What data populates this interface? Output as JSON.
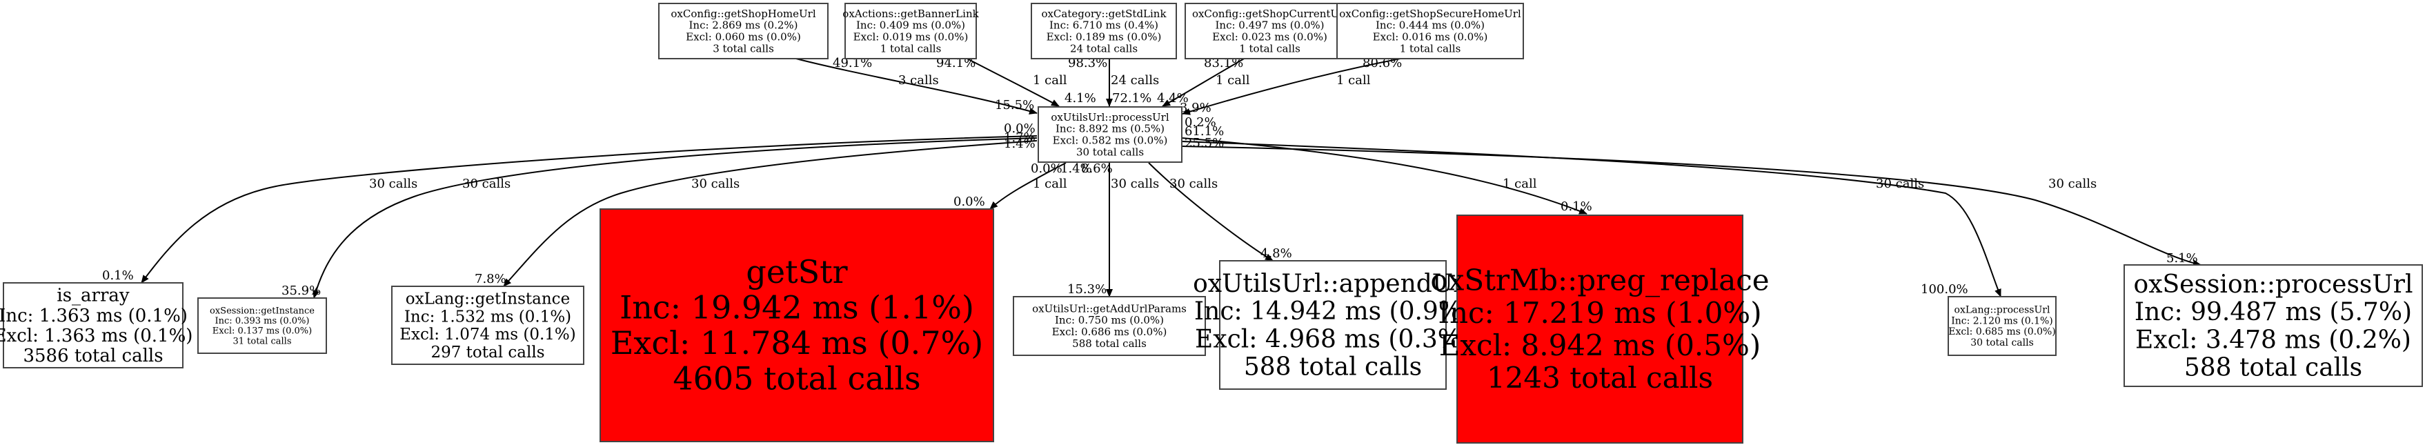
{
  "graph": {
    "colors": {
      "hot": "#ff0000",
      "normal": "#ffffff",
      "edge": "#000000",
      "border": "#444444"
    },
    "nodes": [
      {
        "id": "getShopHomeUrl",
        "lines": [
          "oxConfig::getShopHomeUrl",
          "Inc: 2.869 ms (0.2%)",
          "Excl: 0.060 ms (0.0%)",
          "3 total calls"
        ],
        "hot": false
      },
      {
        "id": "getBannerLink",
        "lines": [
          "oxActions::getBannerLink",
          "Inc: 0.409 ms (0.0%)",
          "Excl: 0.019 ms (0.0%)",
          "1 total calls"
        ],
        "hot": false
      },
      {
        "id": "getStdLink",
        "lines": [
          "oxCategory::getStdLink",
          "Inc: 6.710 ms (0.4%)",
          "Excl: 0.189 ms (0.0%)",
          "24 total calls"
        ],
        "hot": false
      },
      {
        "id": "getShopCurrentUrl",
        "lines": [
          "oxConfig::getShopCurrentUrl",
          "Inc: 0.497 ms (0.0%)",
          "Excl: 0.023 ms (0.0%)",
          "1 total calls"
        ],
        "hot": false
      },
      {
        "id": "getShopSecureHomeUrl",
        "lines": [
          "oxConfig::getShopSecureHomeUrl",
          "Inc: 0.444 ms (0.0%)",
          "Excl: 0.016 ms (0.0%)",
          "1 total calls"
        ],
        "hot": false
      },
      {
        "id": "processUrl",
        "lines": [
          "oxUtilsUrl::processUrl",
          "Inc: 8.892 ms (0.5%)",
          "Excl: 0.582 ms (0.0%)",
          "30 total calls"
        ],
        "hot": false
      },
      {
        "id": "is_array",
        "lines": [
          "is_array",
          "Inc: 1.363 ms (0.1%)",
          "Excl: 1.363 ms (0.1%)",
          "3586 total calls"
        ],
        "hot": false
      },
      {
        "id": "sessionGetInstance",
        "lines": [
          "oxSession::getInstance",
          "Inc: 0.393 ms (0.0%)",
          "Excl: 0.137 ms (0.0%)",
          "31 total calls"
        ],
        "hot": false
      },
      {
        "id": "langGetInstance",
        "lines": [
          "oxLang::getInstance",
          "Inc: 1.532 ms (0.1%)",
          "Excl: 1.074 ms (0.1%)",
          "297 total calls"
        ],
        "hot": false
      },
      {
        "id": "getStr",
        "lines": [
          "getStr",
          "Inc: 19.942 ms (1.1%)",
          "Excl: 11.784 ms (0.7%)",
          "4605 total calls"
        ],
        "hot": true
      },
      {
        "id": "getAddUrlParams",
        "lines": [
          "oxUtilsUrl::getAddUrlParams",
          "Inc: 0.750 ms (0.0%)",
          "Excl: 0.686 ms (0.0%)",
          "588 total calls"
        ],
        "hot": false
      },
      {
        "id": "appendUrl",
        "lines": [
          "oxUtilsUrl::appendUrl",
          "Inc: 14.942 ms (0.9%)",
          "Excl: 4.968 ms (0.3%)",
          "588 total calls"
        ],
        "hot": false
      },
      {
        "id": "preg_replace",
        "lines": [
          "oxStrMb::preg_replace",
          "Inc: 17.219 ms (1.0%)",
          "Excl: 8.942 ms (0.5%)",
          "1243 total calls"
        ],
        "hot": true
      },
      {
        "id": "langProcessUrl",
        "lines": [
          "oxLang::processUrl",
          "Inc: 2.120 ms (0.1%)",
          "Excl: 0.685 ms (0.0%)",
          "30 total calls"
        ],
        "hot": false
      },
      {
        "id": "sessionProcessUrl",
        "lines": [
          "oxSession::processUrl",
          "Inc: 99.487 ms (5.7%)",
          "Excl: 3.478 ms (0.2%)",
          "588 total calls"
        ],
        "hot": false
      }
    ],
    "edges": [
      {
        "from": "getShopHomeUrl",
        "to": "processUrl",
        "calls": "3 calls",
        "tail_pct": "49.1%",
        "head_pct": "15.5%"
      },
      {
        "from": "getBannerLink",
        "to": "processUrl",
        "calls": "1 call",
        "tail_pct": "94.1%",
        "head_pct": "4.1%"
      },
      {
        "from": "getStdLink",
        "to": "processUrl",
        "calls": "24 calls",
        "tail_pct": "98.3%",
        "head_pct": "72.1%"
      },
      {
        "from": "getShopCurrentUrl",
        "to": "processUrl",
        "calls": "1 call",
        "tail_pct": "83.1%",
        "head_pct": "4.4%"
      },
      {
        "from": "getShopSecureHomeUrl",
        "to": "processUrl",
        "calls": "1 call",
        "tail_pct": "80.6%",
        "head_pct": "3.9%"
      },
      {
        "from": "processUrl",
        "to": "is_array",
        "calls": "30 calls",
        "tail_pct": "0.0%",
        "head_pct": "0.1%"
      },
      {
        "from": "processUrl",
        "to": "sessionGetInstance",
        "calls": "30 calls",
        "tail_pct": "1.7%",
        "head_pct": "35.9%"
      },
      {
        "from": "processUrl",
        "to": "langGetInstance",
        "calls": "30 calls",
        "tail_pct": "1.4%",
        "head_pct": "7.8%"
      },
      {
        "from": "processUrl",
        "to": "getStr",
        "calls": "1 call",
        "tail_pct": "0.0%",
        "head_pct": "0.0%"
      },
      {
        "from": "processUrl",
        "to": "getAddUrlParams",
        "calls": "30 calls",
        "tail_pct": "1.4%",
        "head_pct": "15.3%"
      },
      {
        "from": "processUrl",
        "to": "appendUrl",
        "calls": "30 calls",
        "tail_pct": "8.6%",
        "head_pct": "4.8%"
      },
      {
        "from": "processUrl",
        "to": "preg_replace",
        "calls": "1 call",
        "tail_pct": "0.2%",
        "head_pct": "0.1%"
      },
      {
        "from": "processUrl",
        "to": "langProcessUrl",
        "calls": "30 calls",
        "tail_pct": "61.1%",
        "head_pct": "100.0%"
      },
      {
        "from": "processUrl",
        "to": "sessionProcessUrl",
        "calls": "30 calls",
        "tail_pct": "25.5%",
        "head_pct": "5.1%"
      }
    ]
  }
}
